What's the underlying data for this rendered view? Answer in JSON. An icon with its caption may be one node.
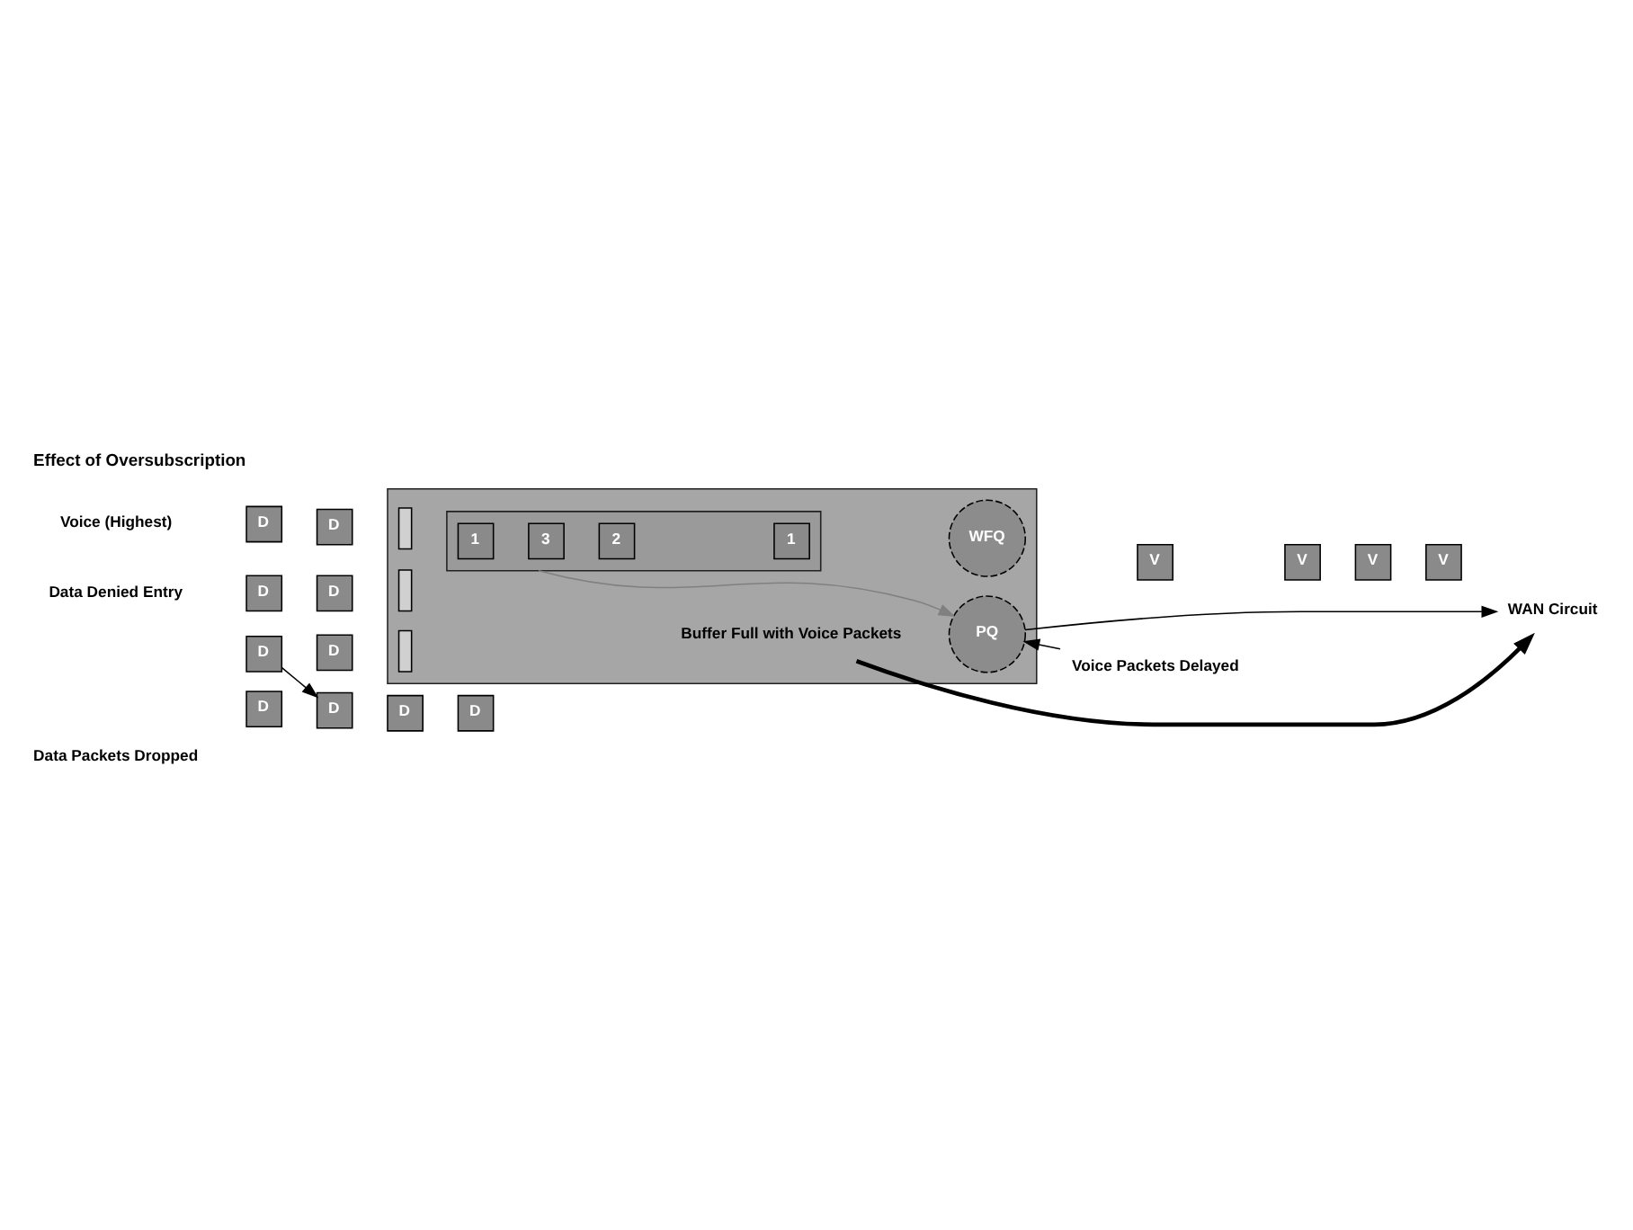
{
  "diagram": {
    "title": "Effect of Oversubscription",
    "nodes": [
      {
        "text": [],
        "shape": "box"
      },
      {
        "text": [],
        "shape": "box",
        "in": 0
      },
      {
        "text": [
          "1"
        ],
        "in": 1
      },
      {
        "text": [
          "3"
        ],
        "in": 1
      },
      {
        "text": [
          "2"
        ],
        "in": 1
      },
      {
        "text": [
          "1"
        ],
        "in": 1
      },
      {
        "text": [
          "PQ"
        ],
        "in": 0
      },
      {
        "text": [
          "WFQ"
        ],
        "in": 0
      },
      {
        "text": [],
        "shape": "bar",
        "in": 0
      },
      {
        "text": [],
        "shape": "bar",
        "in": 0
      },
      {
        "text": [],
        "shape": "bar",
        "in": 0
      },
      {
        "text": [
          "Buffer Full with Voice Packets"
        ],
        "in": 0
      },
      {
        "text": [
          "Voice Packets Delayed"
        ]
      },
      {
        "text": [
          "V"
        ]
      },
      {
        "text": [
          "V"
        ]
      },
      {
        "text": [
          "V"
        ]
      },
      {
        "text": [
          "V"
        ]
      },
      {
        "text": [
          "WAN Circuit"
        ]
      },
      {
        "text": [
          "D"
        ]
      },
      {
        "text": [
          "D"
        ]
      },
      {
        "text": [
          "D"
        ]
      },
      {
        "text": [
          "D"
        ]
      },
      {
        "text": [
          "D"
        ]
      },
      {
        "text": [
          "D"
        ]
      },
      {
        "text": [
          "D"
        ]
      },
      {
        "text": [
          "D"
        ]
      },
      {
        "text": [
          "D"
        ]
      },
      {
        "text": [
          "D"
        ]
      }
    ],
    "edges": [
      {
        "from": 1,
        "to": 6,
        "arrow": "to",
        "color": "#808080"
      },
      {
        "from": 6,
        "to": 17,
        "arrow": "to"
      },
      {
        "from": 11,
        "to": 17,
        "arrow": "to",
        "style": "thick"
      },
      {
        "from": 12,
        "to": 6,
        "arrow": "to"
      },
      {
        "from": 22,
        "to": 25,
        "arrow": "to"
      }
    ],
    "labels": [
      "Voice (Highest)",
      "Data Denied Entry",
      "Data Packets Dropped"
    ]
  }
}
